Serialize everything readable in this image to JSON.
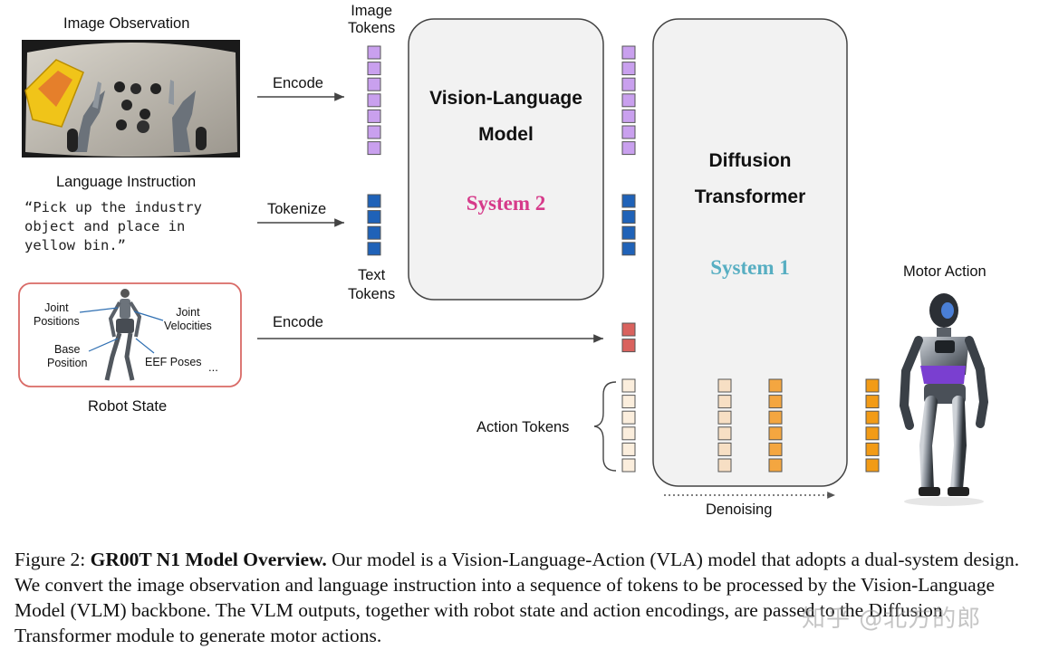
{
  "labels": {
    "image_observation": "Image Observation",
    "language_instruction": "Language Instruction",
    "instruction_text": "“Pick up the industry\nobject and place in\nyellow bin.”",
    "robot_state": "Robot State",
    "joint_positions": "Joint\nPositions",
    "joint_velocities": "Joint\nVelocities",
    "base_position": "Base\nPosition",
    "eef_poses": "EEF Poses",
    "ellipsis": "...",
    "encode_image": "Encode",
    "tokenize": "Tokenize",
    "encode_state": "Encode",
    "image_tokens": "Image\nTokens",
    "text_tokens": "Text\nTokens",
    "vlm_title": "Vision-Language\nModel",
    "system2": "System 2",
    "dit_title": "Diffusion\nTransformer",
    "system1": "System 1",
    "action_tokens": "Action Tokens",
    "motor_action": "Motor Action",
    "denoising": "Denoising"
  },
  "caption": {
    "prefix": "Figure 2: ",
    "bold": "GR00T N1 Model Overview.",
    "text": " Our model is a Vision-Language-Action (VLA) model that adopts a dual-system design. We convert the image observation and language instruction into a sequence of tokens to be processed by the Vision-Language Model (VLM) backbone. The VLM outputs, together with robot state and action encodings, are passed to the Diffusion Transformer module to generate motor actions."
  },
  "watermark": "知乎 @北方的郎",
  "colors": {
    "image_token": "#c9a0ee",
    "text_token": "#1f62b8",
    "state_token": "#d9625e",
    "action_token_light": "#fbeedd",
    "action_token_mid": "#f7dfc4",
    "action_token_orange": "#f4a640",
    "motor_token": "#f29b16",
    "system2": "#d63a8a",
    "system1": "#57aec2"
  }
}
